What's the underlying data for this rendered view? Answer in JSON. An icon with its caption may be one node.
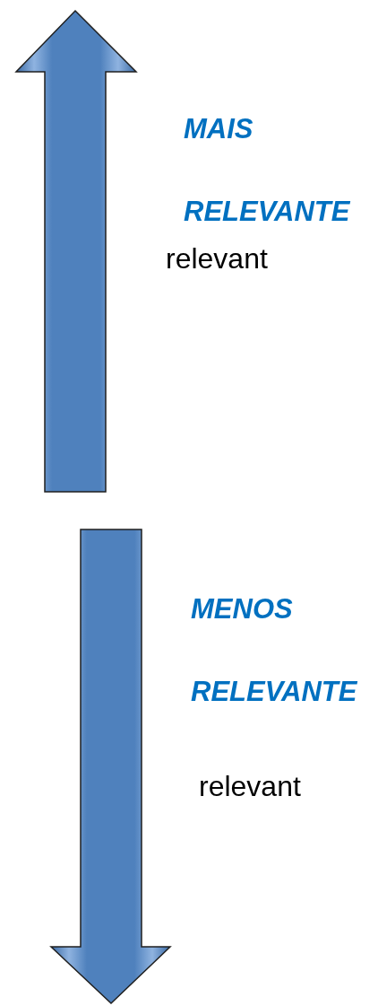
{
  "diagram": {
    "labels": [
      "MAIS RELEVANTE",
      "relevant",
      "MENOS RELEVANTE",
      "relevant"
    ]
  }
}
